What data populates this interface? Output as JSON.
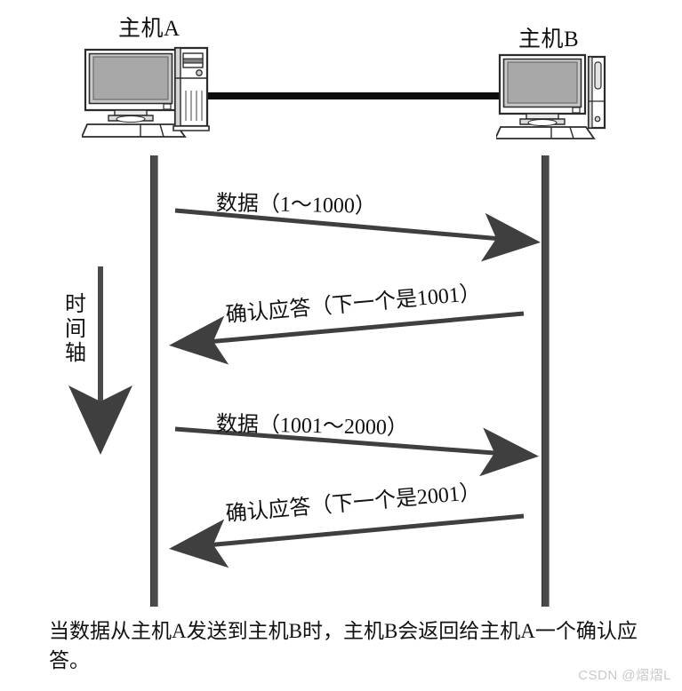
{
  "diagram": {
    "hosts": {
      "a_label": "主机A",
      "b_label": "主机B"
    },
    "time_axis": {
      "char1": "时",
      "char2": "间",
      "char3": "轴",
      "full": "时间轴"
    },
    "messages": [
      {
        "label": "数据（1～1000）",
        "direction": "right"
      },
      {
        "label": "确认应答（下一个是1001）",
        "direction": "left"
      },
      {
        "label": "数据（1001～2000）",
        "direction": "right"
      },
      {
        "label": "确认应答（下一个是2001）",
        "direction": "left"
      }
    ],
    "caption": "当数据从主机A发送到主机B时，主机B会返回给主机A一个确认应答。",
    "watermark": "CSDN @熠熠L",
    "colors": {
      "line": "#4a4a4a",
      "cable": "#0d0d0d",
      "text": "#111111",
      "screen": "#a8a8a8",
      "case": "#ffffff",
      "outline": "#2b2b2b",
      "watermark": "#c9c9c9"
    }
  }
}
